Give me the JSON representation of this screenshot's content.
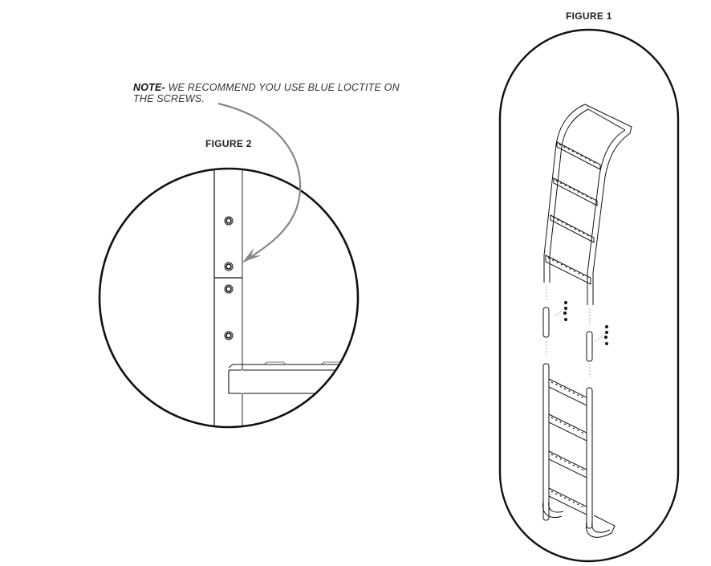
{
  "note": {
    "label": "NOTE-",
    "text_line1": " WE RECOMMEND YOU USE BLUE LOCTITE ON",
    "text_line2": "THE SCREWS."
  },
  "figure2": {
    "title": "FIGURE 2",
    "screw_count": 4,
    "callout_color": "#888888"
  },
  "figure1": {
    "title": "FIGURE 1",
    "ladder_upper_steps": 4,
    "ladder_lower_steps": 4,
    "connector_tubes": 2
  },
  "colors": {
    "line": "#111111",
    "callout": "#888888",
    "background": "#ffffff"
  }
}
